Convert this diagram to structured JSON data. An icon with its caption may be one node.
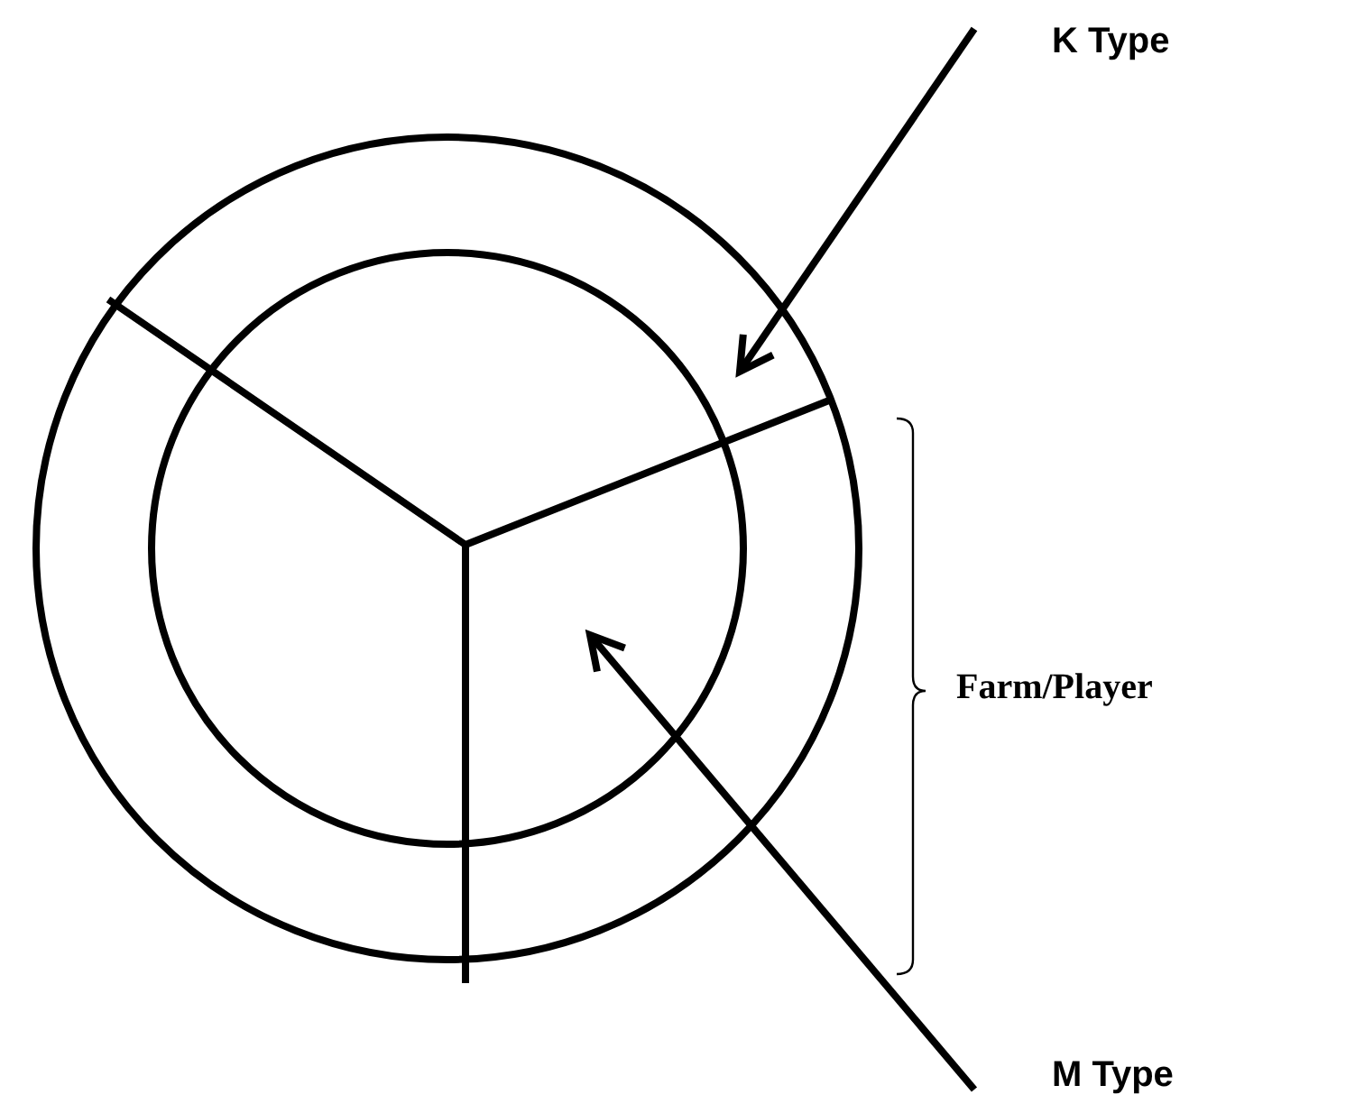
{
  "diagram": {
    "nodes": [
      {
        "text": [
          "K Type"
        ]
      },
      {
        "text": [
          "M Type"
        ]
      },
      {
        "text": [],
        "shape": "circle"
      },
      {
        "text": [],
        "shape": "circle",
        "in": 2
      }
    ],
    "edges": [
      {
        "from": 0,
        "to": 2,
        "arrow": "to"
      },
      {
        "from": 1,
        "to": 3,
        "arrow": "to"
      }
    ],
    "labels": [
      "Farm/Player"
    ]
  }
}
